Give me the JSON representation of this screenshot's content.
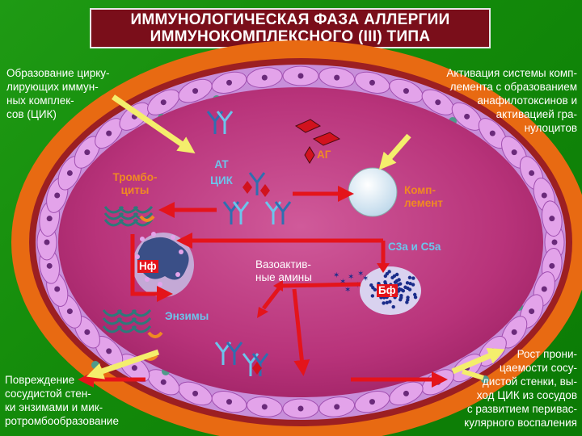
{
  "title": {
    "line1": "ИММУНОЛОГИЧЕСКАЯ ФАЗА АЛЛЕРГИИ",
    "line2": "ИММУНОКОМПЛЕКСНОГО (III) ТИПА"
  },
  "notes": {
    "top_left": [
      "Образование цирку-",
      "лирующих иммун-",
      "ных комплек-",
      "сов (ЦИК)"
    ],
    "top_right": [
      "Активация системы комп-",
      "лемента с образованием",
      "анафилотоксинов и",
      "активацией гра-",
      "нулоцитов"
    ],
    "bottom_left": [
      "Повреждение",
      "сосудистой стен-",
      "ки энзимами и мик-",
      "ротромбообразование"
    ],
    "bottom_right": [
      "Рост прони-",
      "цаемости сосу-",
      "дистой стенки, вы-",
      "ход ЦИК из сосудов",
      "с развитием периваc-",
      "кулярного воспаления"
    ]
  },
  "labels": {
    "thrombocytes": [
      "Тромбо-",
      "циты"
    ],
    "at_cik": [
      "АТ",
      "ЦИК"
    ],
    "ag": "АГ",
    "complement": [
      "Комп-",
      "лемент"
    ],
    "c3a_c5a": "С3а и С5а",
    "nf": "Нф",
    "bf": "Бф",
    "vasoactive": [
      "Вазоактив-",
      "ные амины"
    ],
    "enzymes": "Энзимы"
  },
  "colors": {
    "background": "#138a0a",
    "title_bg": "#7a0e1a",
    "vessel_outer": "#e86a12",
    "vessel_inner": "#9c1f22",
    "wall_cells": "#e3a3ea",
    "lumen": "#b8337a",
    "arrow_red": "#e4141b",
    "arrow_yellow": "#f4ee6c",
    "label_orange": "#f08a22",
    "label_blue": "#6cc5ec"
  }
}
